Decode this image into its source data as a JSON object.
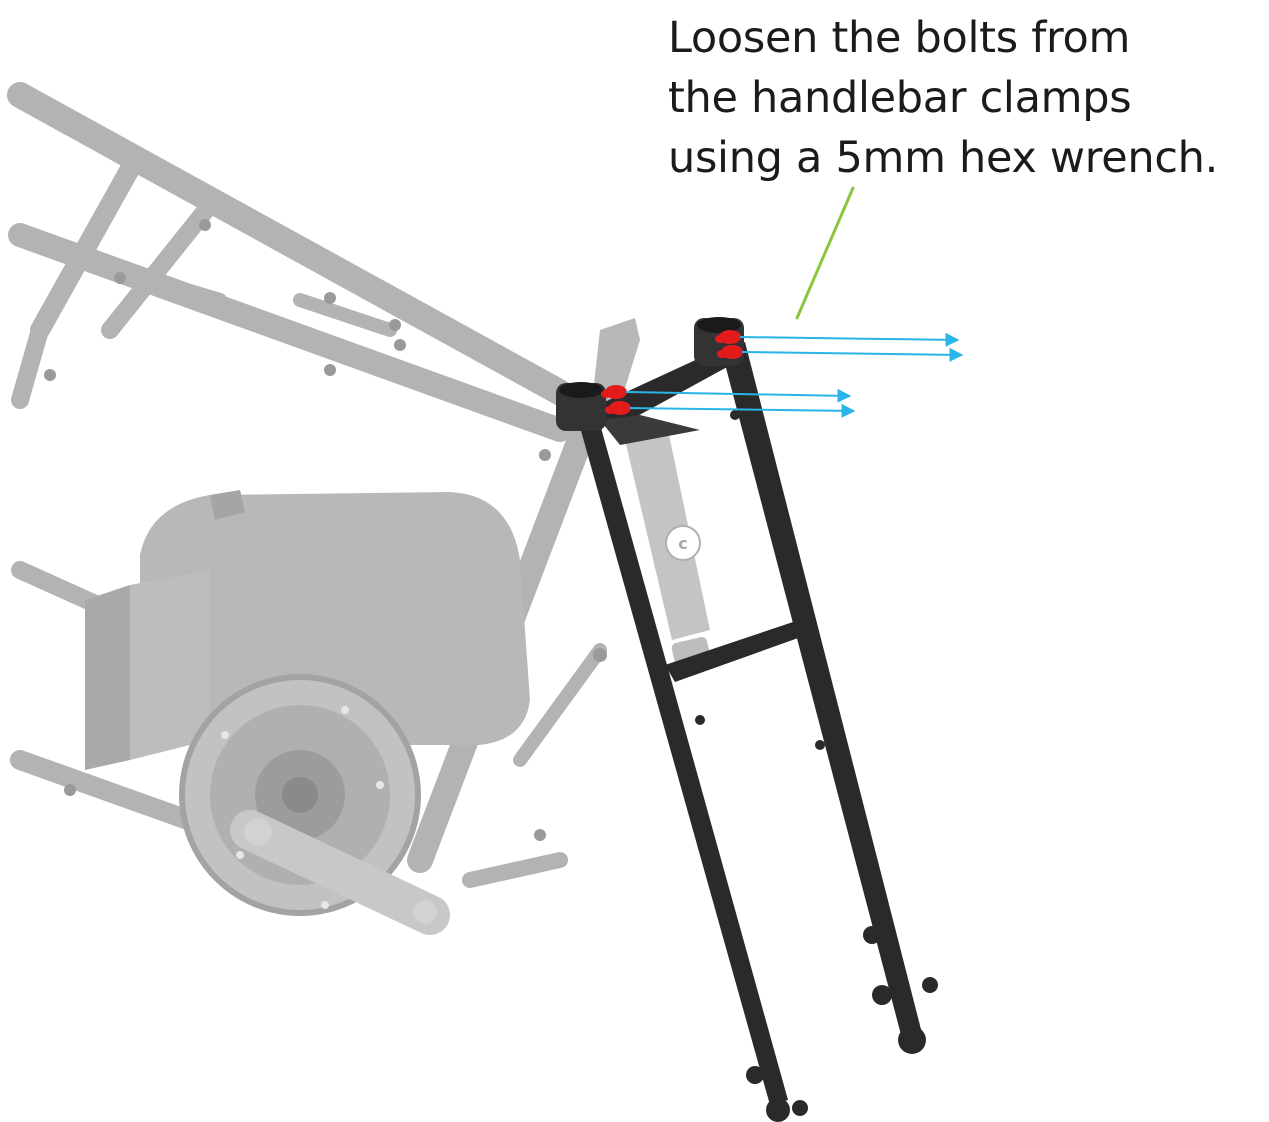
{
  "instruction": {
    "lines": [
      "Loosen the bolts from",
      "the handlebar clamps",
      "using a 5mm hex wrench."
    ]
  },
  "colors": {
    "background": "#ffffff",
    "text": "#1b1b1b",
    "frame_gray": "#b3b3b3",
    "frame_gray_dark": "#9a9a9a",
    "fork_black": "#2a2a2a",
    "bolt_red": "#e41b1b",
    "arrow_blue": "#2ab4e8",
    "callout_green": "#8cc63f"
  },
  "icons": {
    "bolts": "red-bolt-icon",
    "arrows": "removal-arrow-icon",
    "logo": "c-c-logo-icon"
  }
}
